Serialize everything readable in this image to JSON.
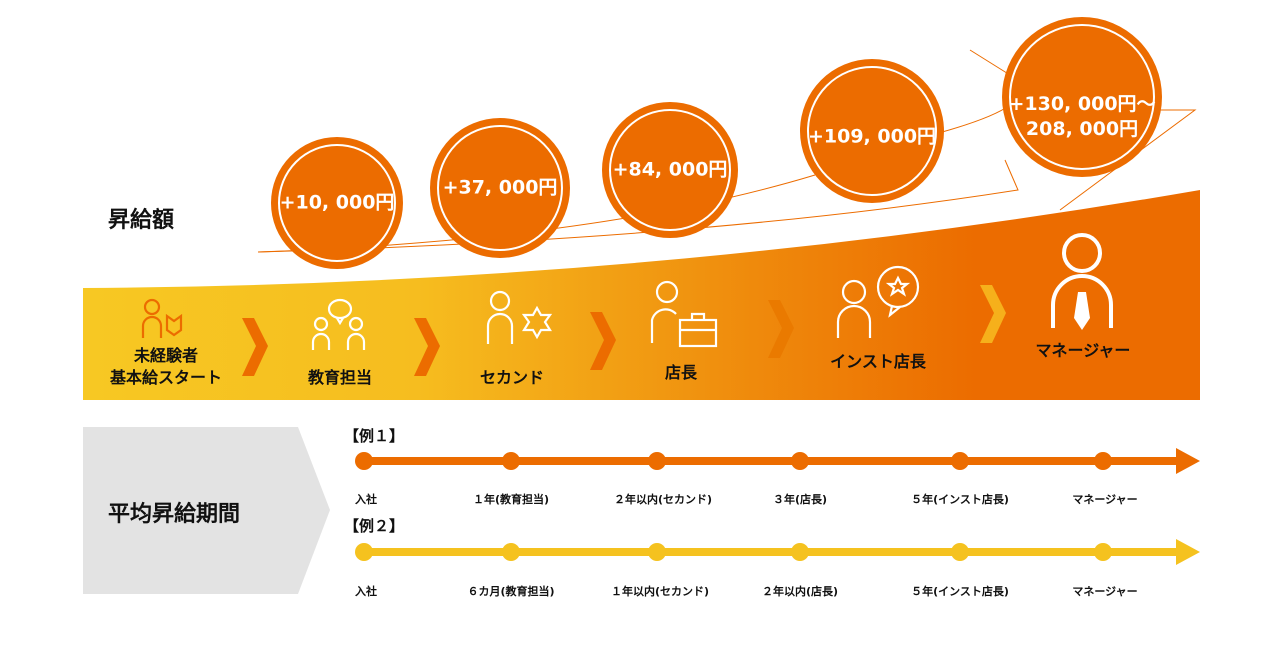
{
  "heading": "昇給額",
  "raises": [
    "+10, 000円",
    "+37, 000円",
    "+84, 000円",
    "+109, 000円",
    "+130, 000円〜\n208, 000円"
  ],
  "stages": [
    {
      "label": "未経験者\n基本給スタート",
      "icon": "beginner-person-icon"
    },
    {
      "label": "教育担当",
      "icon": "people-talking-icon"
    },
    {
      "label": "セカンド",
      "icon": "person-star-icon"
    },
    {
      "label": "店長",
      "icon": "person-briefcase-icon"
    },
    {
      "label": "インスト店長",
      "icon": "person-badge-icon"
    },
    {
      "label": "マネージャー",
      "icon": "person-tie-icon"
    }
  ],
  "period_label": "平均昇給期間",
  "examples": [
    {
      "title": "【例１】",
      "color": "#ec6c00",
      "points": [
        "入社",
        "１年(教育担当)",
        "２年以内(セカンド)",
        "３年(店長)",
        "５年(インスト店長)",
        "マネージャー"
      ]
    },
    {
      "title": "【例２】",
      "color": "#f5c21f",
      "points": [
        "入社",
        "６カ月(教育担当)",
        "１年以内(セカンド)",
        "２年以内(店長)",
        "５年(インスト店長)",
        "マネージャー"
      ]
    }
  ],
  "colors": {
    "orange": "#ec6c00",
    "yellow": "#f7c823",
    "gray": "#e3e3e3"
  }
}
